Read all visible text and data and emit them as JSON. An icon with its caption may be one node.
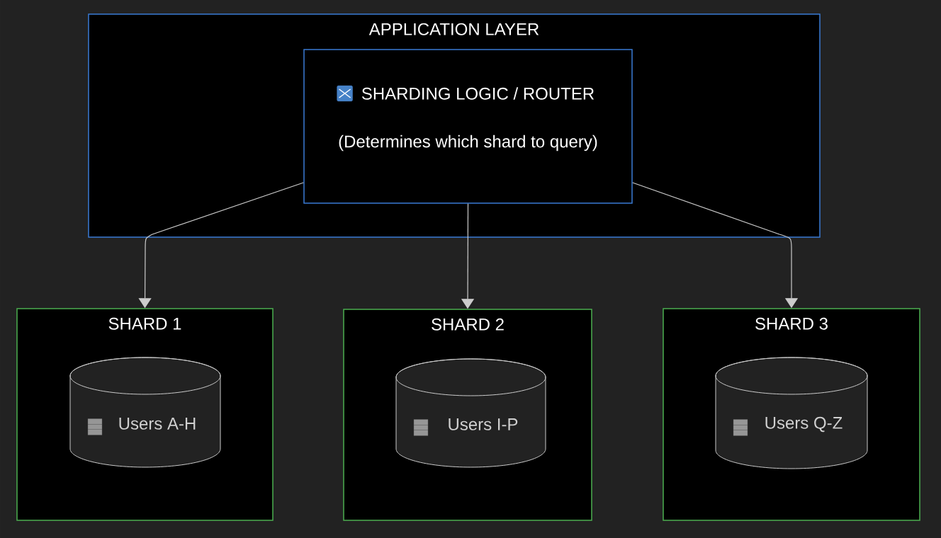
{
  "diagram": {
    "nodes": [
      {
        "text": [
          "APPLICATION LAYER"
        ]
      },
      {
        "text": [
          "SHARDING LOGIC / ROUTER",
          "(Determines which shard to query)"
        ],
        "in": 0
      },
      {
        "text": [
          "SHARD 1"
        ]
      },
      {
        "text": [
          "Users A-H"
        ],
        "in": 2
      },
      {
        "text": [
          "SHARD 2"
        ]
      },
      {
        "text": [
          "Users I-P"
        ],
        "in": 4
      },
      {
        "text": [
          "SHARD 3"
        ]
      },
      {
        "text": [
          "Users Q-Z"
        ],
        "in": 6
      }
    ],
    "edges": [
      {
        "from": 1,
        "to": 2,
        "arrow": "to"
      },
      {
        "from": 1,
        "to": 4,
        "arrow": "to"
      },
      {
        "from": 1,
        "to": 6,
        "arrow": "to"
      }
    ]
  }
}
